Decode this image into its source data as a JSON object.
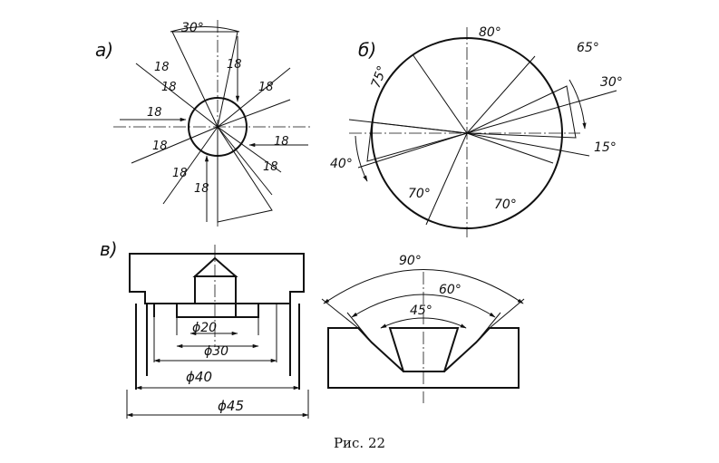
{
  "caption": "Рис. 22",
  "view_a": {
    "label": "а)",
    "angle": "30°",
    "dims": [
      "18",
      "18",
      "18",
      "18",
      "18",
      "18",
      "18",
      "18",
      "18",
      "18"
    ]
  },
  "view_b": {
    "label": "б)",
    "angles": [
      "80°",
      "65°",
      "75°",
      "30°",
      "40°",
      "15°",
      "70°",
      "70°"
    ]
  },
  "view_v": {
    "label": "в)",
    "diameters": [
      "ϕ20",
      "ϕ30",
      "ϕ40",
      "ϕ45"
    ],
    "angles": [
      "90°",
      "60°",
      "45°"
    ]
  }
}
